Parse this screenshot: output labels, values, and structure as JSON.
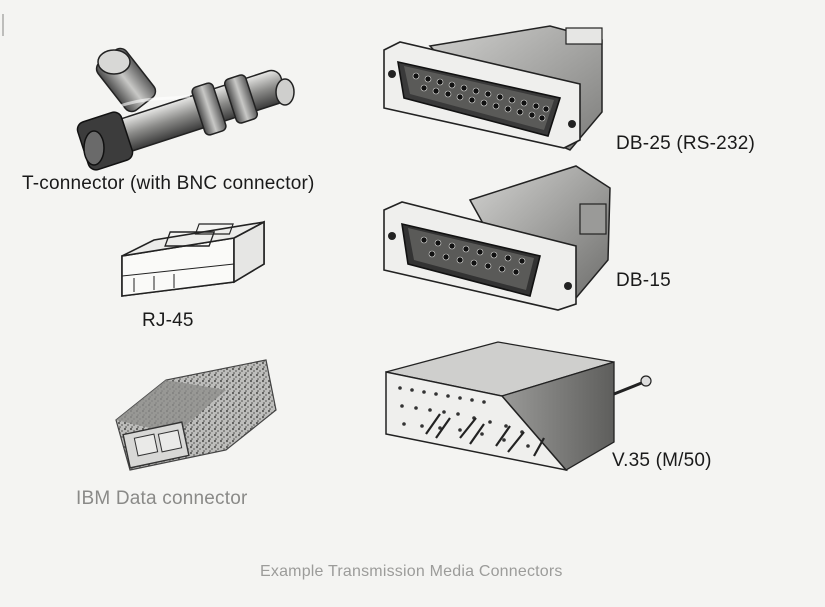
{
  "figure": {
    "labels": {
      "t_connector": "T-connector (with BNC connector)",
      "rj45": "RJ-45",
      "ibm_data": "IBM Data connector",
      "db25": "DB-25 (RS-232)",
      "db15": "DB-15",
      "v35": "V.35 (M/50)"
    },
    "caption": "Example Transmission Media Connectors"
  }
}
